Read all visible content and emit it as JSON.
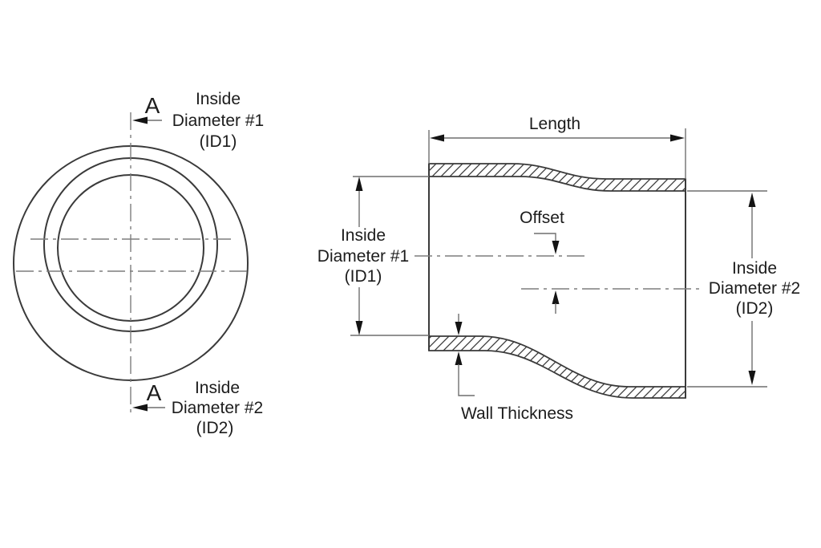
{
  "end_view": {
    "section_marker_top": "A",
    "section_marker_bottom": "A",
    "id1_label": [
      "Inside",
      "Diameter #1",
      "(ID1)"
    ],
    "id2_label": [
      "Inside",
      "Diameter #2",
      "(ID2)"
    ]
  },
  "side_view": {
    "length_label": "Length",
    "offset_label": "Offset",
    "wall_thickness_label": "Wall Thickness",
    "id1_label": [
      "Inside",
      "Diameter #1",
      "(ID1)"
    ],
    "id2_label": [
      "Inside",
      "Diameter #2",
      "(ID2)"
    ]
  },
  "colors": {
    "background": "#ffffff",
    "part_outline": "#3a3a3a",
    "dimension_line": "#6f6f6f",
    "centerline": "#7d7d7d",
    "text": "#1c1c1c"
  }
}
